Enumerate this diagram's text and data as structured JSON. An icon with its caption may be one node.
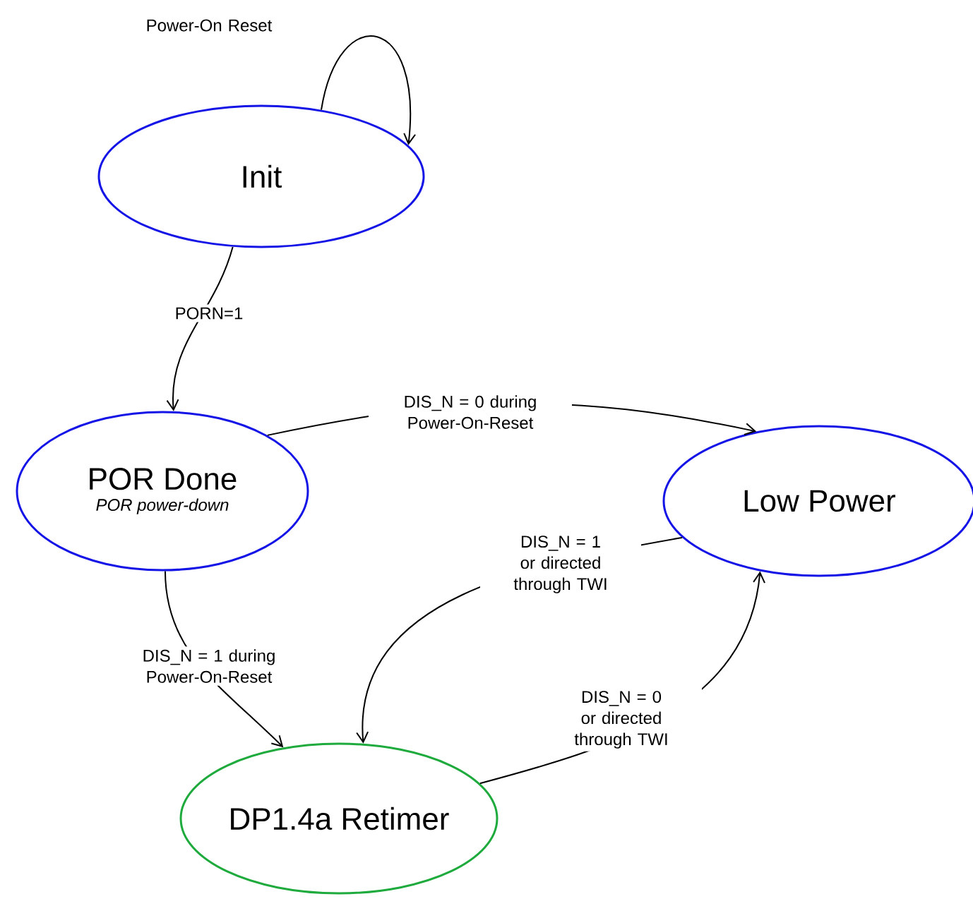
{
  "diagram": {
    "nodes": [
      {
        "text": [
          "Init"
        ]
      },
      {
        "text": [
          "POR Done",
          "*POR power-down*"
        ]
      },
      {
        "text": [
          "Low Power"
        ]
      },
      {
        "text": [
          "DP1.4a Retimer"
        ]
      }
    ],
    "edges": [
      {
        "from": 0,
        "to": 0,
        "arrow": "to",
        "label": "Power-On Reset"
      },
      {
        "from": 0,
        "to": 1,
        "arrow": "to",
        "label": "PORN=1"
      },
      {
        "from": 1,
        "to": 2,
        "arrow": "to",
        "label": "DIS_N = 0 during Power-On-Reset"
      },
      {
        "from": 1,
        "to": 3,
        "arrow": "to",
        "label": "DIS_N = 1 during Power-On-Reset"
      },
      {
        "from": 2,
        "to": 3,
        "arrow": "to",
        "label": "DIS_N = 1 or directed through TWI"
      },
      {
        "from": 3,
        "to": 2,
        "arrow": "to",
        "label": "DIS_N = 0 or directed through TWI"
      }
    ]
  }
}
